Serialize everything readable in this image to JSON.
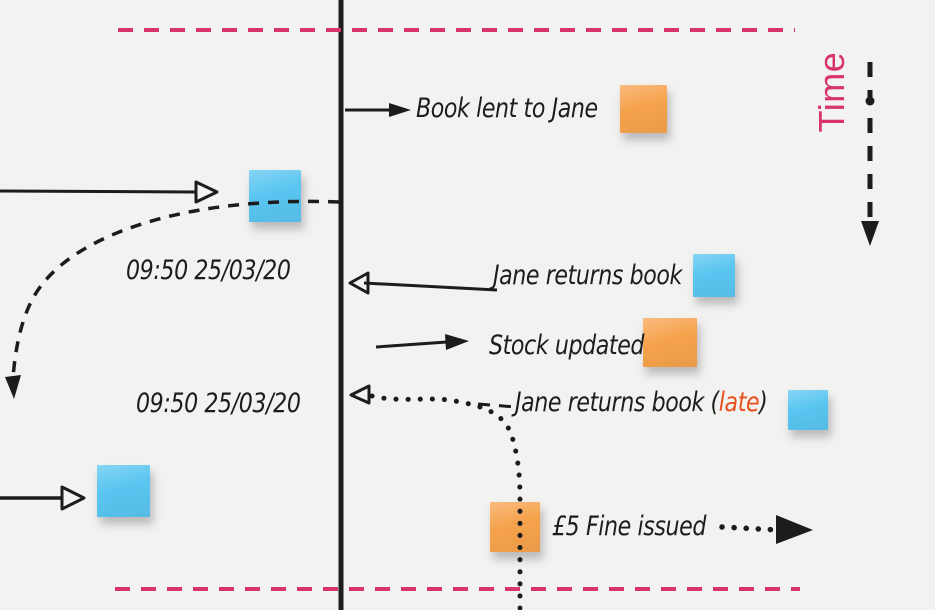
{
  "colors": {
    "background": "#f2f2f1",
    "ink": "#1c1c1c",
    "accent_pink": "#d8336a",
    "late_orange": "#e8511d",
    "sticky_orange": "#f6a24c",
    "sticky_blue": "#59c5f0"
  },
  "time_axis": {
    "label": "Time"
  },
  "events": {
    "book_lent": {
      "label": "Book lent to Jane"
    },
    "return_ontime": {
      "timestamp": "09:50 25/03/20",
      "label": "Jane returns book"
    },
    "stock_updated": {
      "label": "Stock updated"
    },
    "return_late": {
      "timestamp": "09:50 25/03/20",
      "label_prefix": "Jane returns book (",
      "label_highlight": "late",
      "label_suffix": ")"
    },
    "fine_issued": {
      "label": "£5 Fine issued"
    }
  }
}
